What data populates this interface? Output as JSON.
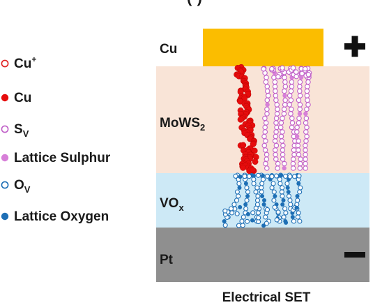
{
  "header_fragment": "(·)",
  "legend": [
    {
      "main": "Cu",
      "sup": "+",
      "sub": "",
      "marker": "open-circle",
      "color": "#e02020"
    },
    {
      "main": "Cu",
      "sup": "",
      "sub": "",
      "marker": "filled-circle",
      "color": "#e60d0d"
    },
    {
      "main": "S",
      "sup": "",
      "sub": "V",
      "marker": "open-circle",
      "color": "#c060c8"
    },
    {
      "main": "Lattice Sulphur",
      "sup": "",
      "sub": "",
      "marker": "filled-circle",
      "color": "#d77fd8"
    },
    {
      "main": "O",
      "sup": "",
      "sub": "V",
      "marker": "open-circle",
      "color": "#1e6fb5"
    },
    {
      "main": "Lattice Oxygen",
      "sup": "",
      "sub": "",
      "marker": "filled-circle",
      "color": "#1e6fb5"
    }
  ],
  "layers": {
    "cu": {
      "main": "Cu",
      "sub": "",
      "color": "#fbbd00"
    },
    "mows2": {
      "main": "MoWS",
      "sub": "2",
      "color": "#f9e4d7"
    },
    "vox": {
      "main": "VO",
      "sub": "x",
      "color": "#cde9f6"
    },
    "pt": {
      "main": "Pt",
      "sub": "",
      "color": "#8f8f8f"
    }
  },
  "polarity": {
    "top": "+",
    "bottom": "−"
  },
  "caption": "Electrical SET"
}
